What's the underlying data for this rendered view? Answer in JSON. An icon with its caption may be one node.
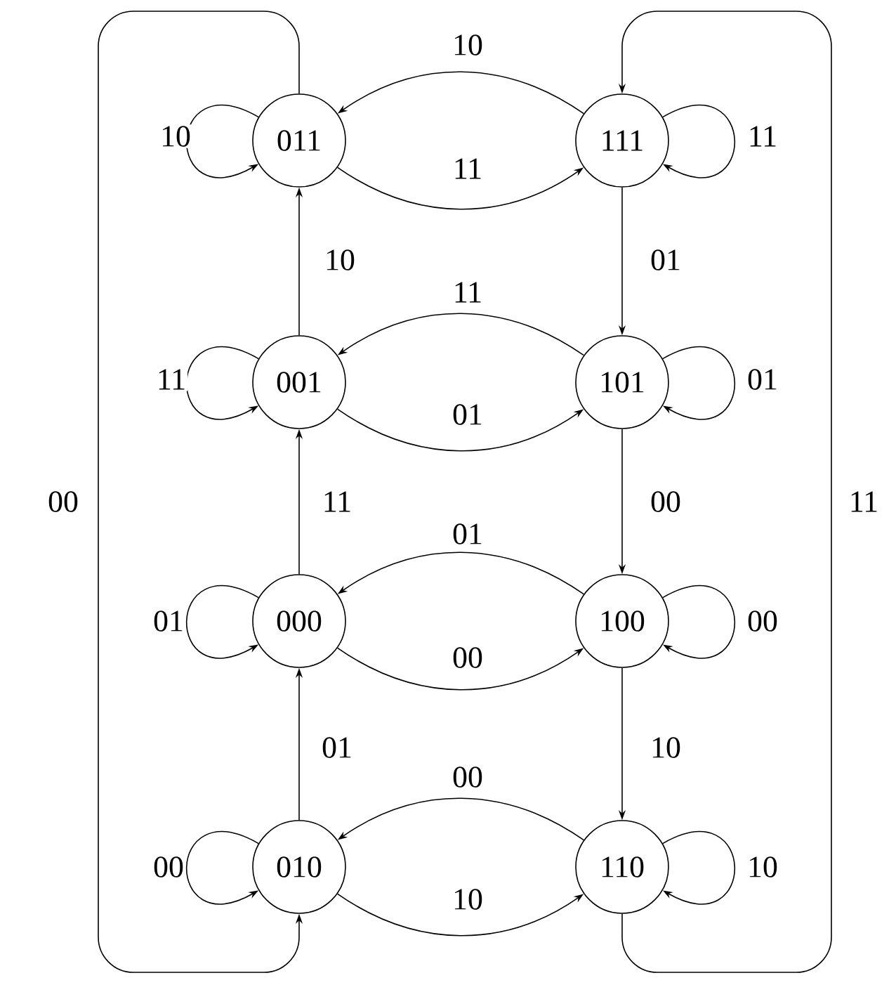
{
  "diagram": {
    "nodes": [
      {
        "text": [
          "011"
        ]
      },
      {
        "text": [
          "111"
        ]
      },
      {
        "text": [
          "001"
        ]
      },
      {
        "text": [
          "101"
        ]
      },
      {
        "text": [
          "000"
        ]
      },
      {
        "text": [
          "100"
        ]
      },
      {
        "text": [
          "010"
        ]
      },
      {
        "text": [
          "110"
        ]
      }
    ],
    "edges": [
      {
        "from": 1,
        "to": 0,
        "arrow": "to",
        "label": "10"
      },
      {
        "from": 0,
        "to": 1,
        "arrow": "to",
        "label": "11"
      },
      {
        "from": 0,
        "to": 0,
        "arrow": "to",
        "label": "10"
      },
      {
        "from": 1,
        "to": 1,
        "arrow": "to",
        "label": "11"
      },
      {
        "from": 1,
        "to": 3,
        "arrow": "to",
        "label": "01"
      },
      {
        "from": 2,
        "to": 0,
        "arrow": "to",
        "label": "10"
      },
      {
        "from": 3,
        "to": 2,
        "arrow": "to",
        "label": "11"
      },
      {
        "from": 2,
        "to": 3,
        "arrow": "to",
        "label": "01"
      },
      {
        "from": 2,
        "to": 2,
        "arrow": "to",
        "label": "11"
      },
      {
        "from": 3,
        "to": 3,
        "arrow": "to",
        "label": "01"
      },
      {
        "from": 3,
        "to": 5,
        "arrow": "to",
        "label": "00"
      },
      {
        "from": 4,
        "to": 2,
        "arrow": "to",
        "label": "11"
      },
      {
        "from": 5,
        "to": 4,
        "arrow": "to",
        "label": "01"
      },
      {
        "from": 4,
        "to": 5,
        "arrow": "to",
        "label": "00"
      },
      {
        "from": 4,
        "to": 4,
        "arrow": "to",
        "label": "01"
      },
      {
        "from": 5,
        "to": 5,
        "arrow": "to",
        "label": "00"
      },
      {
        "from": 5,
        "to": 7,
        "arrow": "to",
        "label": "10"
      },
      {
        "from": 6,
        "to": 4,
        "arrow": "to",
        "label": "01"
      },
      {
        "from": 7,
        "to": 6,
        "arrow": "to",
        "label": "00"
      },
      {
        "from": 6,
        "to": 7,
        "arrow": "to",
        "label": "10"
      },
      {
        "from": 6,
        "to": 6,
        "arrow": "to",
        "label": "00"
      },
      {
        "from": 7,
        "to": 7,
        "arrow": "to",
        "label": "10"
      },
      {
        "from": 0,
        "to": 6,
        "arrow": "to",
        "label": "00"
      },
      {
        "from": 7,
        "to": 1,
        "arrow": "to",
        "label": "11"
      }
    ]
  }
}
